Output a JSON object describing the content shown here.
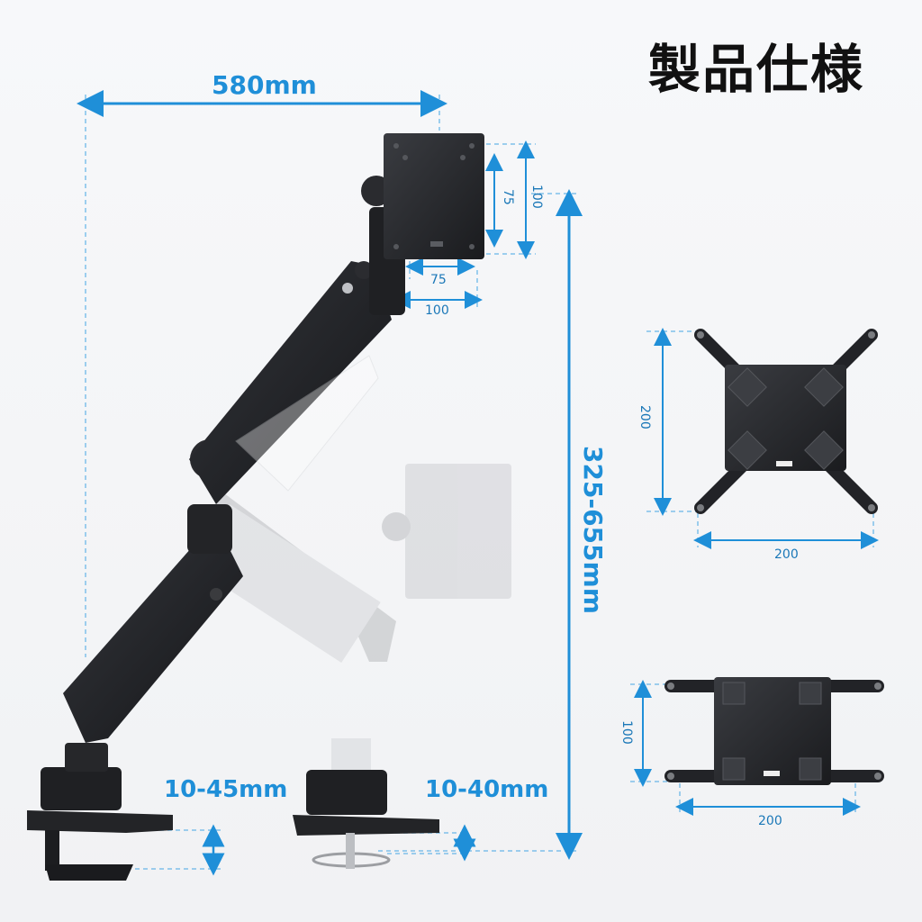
{
  "title": "製品仕様",
  "dims": {
    "arm_reach": "580mm",
    "height_range": "325-655mm",
    "clamp_thickness_1": "10-45mm",
    "clamp_thickness_2": "10-40mm",
    "vesa_small_h": "75",
    "vesa_small_v": "75",
    "vesa_large_h": "100",
    "vesa_large_v": "100",
    "adapter_square_w": "200",
    "adapter_square_h": "200",
    "adapter_wide_w": "200",
    "adapter_wide_h": "100"
  },
  "colors": {
    "accent": "#1f8fd8",
    "arm": "#1d1e21",
    "background": "#f4f5f7"
  }
}
